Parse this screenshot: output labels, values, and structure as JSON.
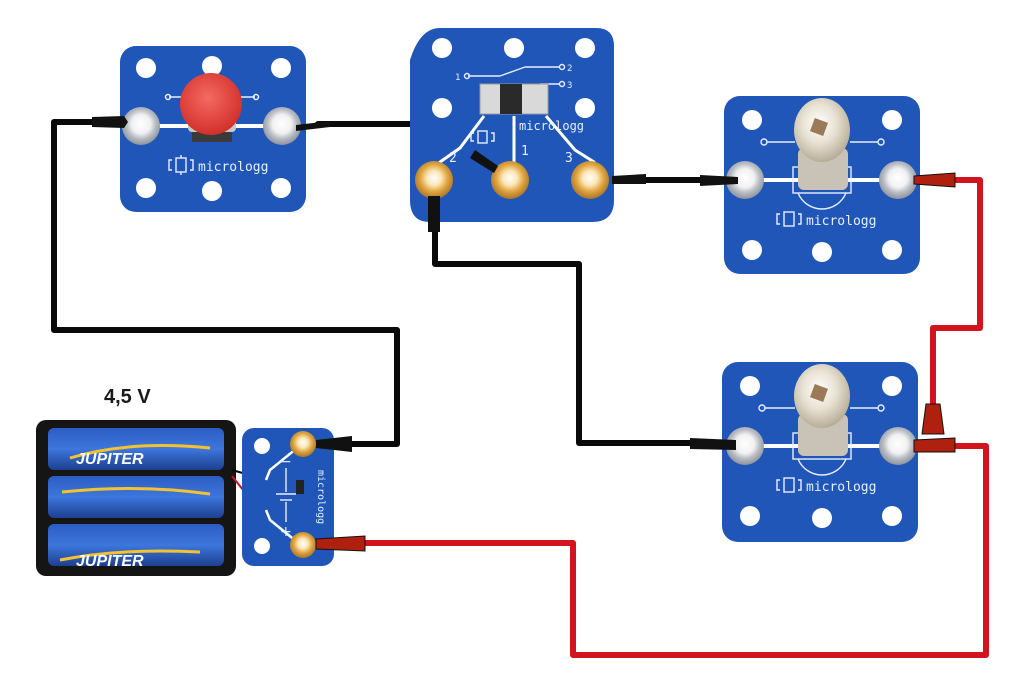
{
  "diagram": {
    "title": "Circuit with push button, changeover switch, two lamps and battery",
    "battery": {
      "voltage_label": "4,5 V",
      "cell_brand": "JUPITER",
      "cell_count": 3,
      "module_brand": "micrologg"
    },
    "modules": {
      "push_button": {
        "brand": "micrologg"
      },
      "switch": {
        "brand": "micrologg",
        "terminal_labels": [
          "2",
          "1",
          "3"
        ],
        "schematic_labels": [
          "1",
          "2",
          "3"
        ]
      },
      "lamp_top": {
        "brand": "micrologg"
      },
      "lamp_bottom": {
        "brand": "micrologg"
      }
    },
    "polarity": {
      "minus": "−",
      "plus": "+"
    },
    "wires": [
      {
        "name": "battery-minus-to-button",
        "color": "black"
      },
      {
        "name": "button-to-switch-common",
        "color": "black"
      },
      {
        "name": "switch-3-to-lamp-top",
        "color": "black"
      },
      {
        "name": "switch-2-to-lamp-bottom",
        "color": "black"
      },
      {
        "name": "lamp-top-to-lamp-bottom",
        "color": "red"
      },
      {
        "name": "lamp-bottom-to-battery-plus",
        "color": "red"
      }
    ],
    "colors": {
      "board_blue": "#1f56b8",
      "wire_black": "#0a0a0a",
      "wire_red": "#d4141c",
      "button_red": "#e8403a",
      "gold_terminal": "#d9a23a",
      "silver_terminal": "#c9ccd2"
    }
  }
}
